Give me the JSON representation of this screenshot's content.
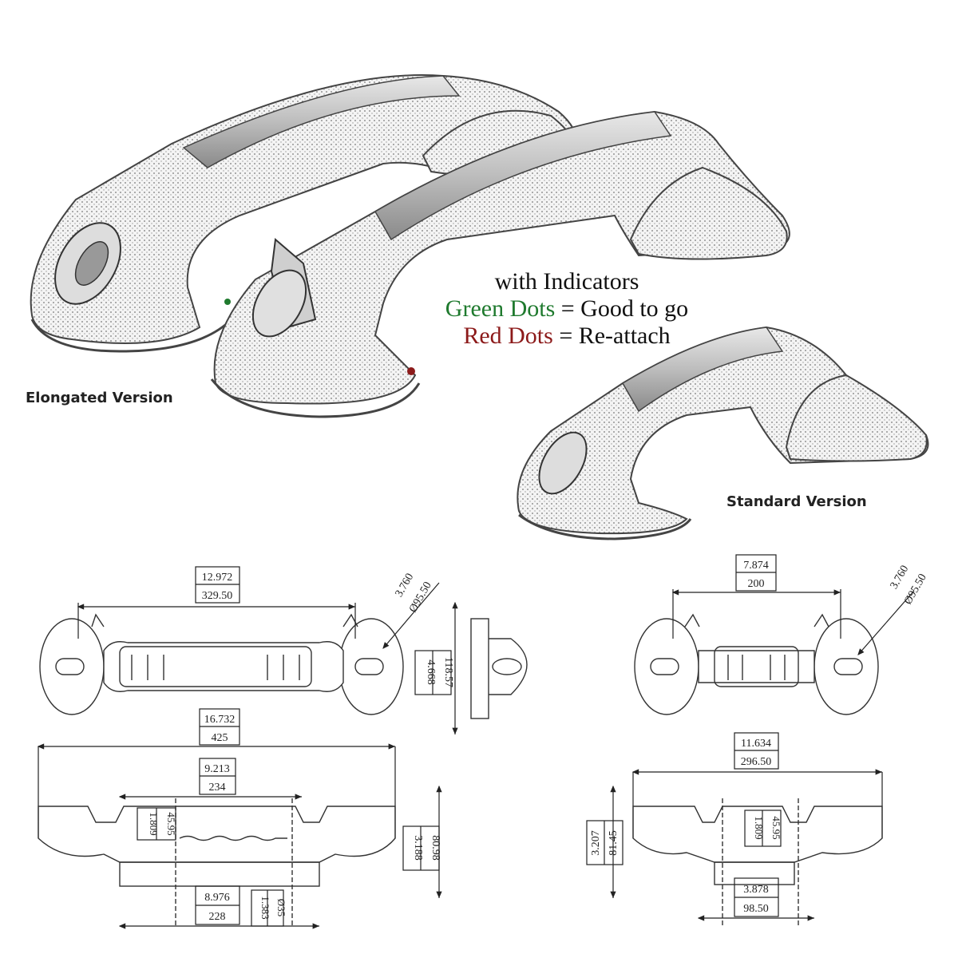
{
  "caption": {
    "line1": "with Indicators",
    "green_label": "Green Dots",
    "green_rest": " = Good to go",
    "red_label": "Red Dots",
    "red_rest": " = Re-attach",
    "green_color": "#1f7a2e",
    "red_color": "#8c1a1a"
  },
  "versions": {
    "elongated": "Elongated Version",
    "standard": "Standard Version"
  },
  "elongated_dims": {
    "top_len_in": "12.972",
    "top_len_mm": "329.50",
    "cup_dia_in": "3.760",
    "cup_dia_mm": "Ø95.50",
    "height_in": "4.668",
    "height_mm": "118.57",
    "total_len_in": "16.732",
    "total_len_mm": "425",
    "grip_len_in": "9.213",
    "grip_len_mm": "234",
    "side_in": "1.809",
    "side_mm": "45.95",
    "depth_in": "3.188",
    "depth_mm": "80.98",
    "base_in": "8.976",
    "base_mm": "228",
    "knob_in": "1.383",
    "knob_mm": "Ø35"
  },
  "standard_dims": {
    "top_len_in": "7.874",
    "top_len_mm": "200",
    "cup_dia_in": "3.760",
    "cup_dia_mm": "Ø95.50",
    "total_len_in": "11.634",
    "total_len_mm": "296.50",
    "height_in": "3.207",
    "height_mm": "81.45",
    "side_in": "1.809",
    "side_mm": "45.95",
    "base_in": "3.878",
    "base_mm": "98.50"
  }
}
